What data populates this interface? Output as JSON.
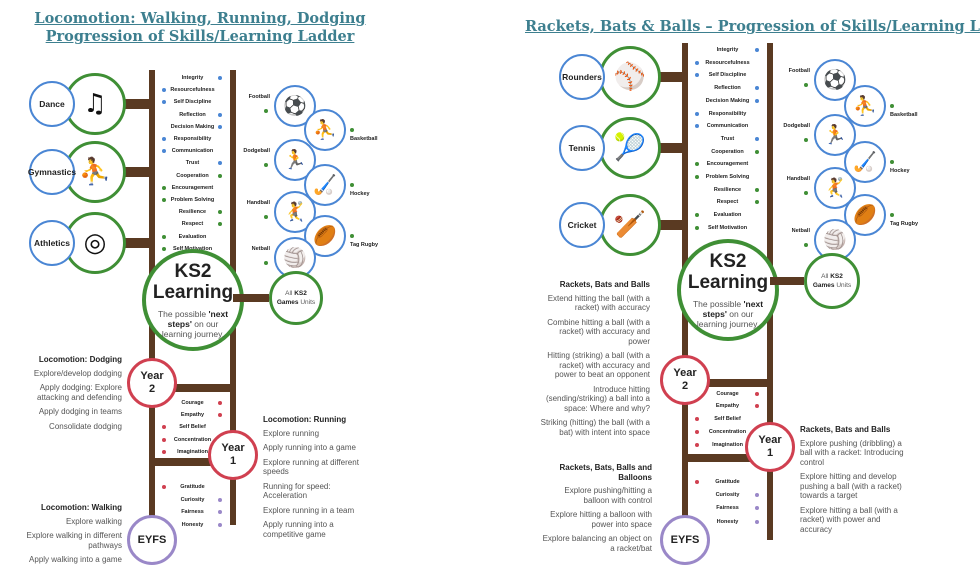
{
  "colors": {
    "blue": "#4a86d4",
    "green": "#3f8f35",
    "brown": "#5a3a22",
    "red": "#d04050",
    "purple": "#9a88c8",
    "title": "#3d7f8f"
  },
  "panels": [
    {
      "title": [
        "Locomotion: Walking, Running, Dodging",
        "Progression of Skills/Learning Ladder"
      ],
      "sports": [
        {
          "label": "Dance",
          "icon": "♫",
          "icon_name": "music-note-icon"
        },
        {
          "label": "Gymnastics",
          "icon": "⛹",
          "icon_name": "gymnast-icon"
        },
        {
          "label": "Athletics",
          "icon": "◎",
          "icon_name": "running-track-icon"
        }
      ],
      "values": [
        "Integrity",
        "Resourcefulness",
        "Self Discipline",
        "Reflection",
        "Decision Making",
        "Responsibility",
        "Communication",
        "Trust",
        "Cooperation",
        "Encouragement",
        "Problem Solving",
        "Resilience",
        "Respect",
        "Evaluation",
        "Self Motivation"
      ],
      "lower_values": [
        "Courage",
        "Empathy",
        "Self Belief",
        "Concentration",
        "Imagination",
        "Gratitude",
        "Curiosity",
        "Fairness",
        "Honesty"
      ],
      "games": [
        {
          "label": "Football",
          "icon": "⚽",
          "icon_name": "football-icon"
        },
        {
          "label": "Basketball",
          "icon": "⛹",
          "icon_name": "basketball-icon"
        },
        {
          "label": "Dodgeball",
          "icon": "🏃",
          "icon_name": "dodgeball-icon"
        },
        {
          "label": "Hockey",
          "icon": "🏑",
          "icon_name": "hockey-stick-icon"
        },
        {
          "label": "Handball",
          "icon": "🤾",
          "icon_name": "handball-icon"
        },
        {
          "label": "Tag Rugby",
          "icon": "🏉",
          "icon_name": "rugby-ball-icon"
        },
        {
          "label": "Netball",
          "icon": "🏐",
          "icon_name": "netball-icon"
        }
      ],
      "ks2": {
        "line1": "KS2",
        "line2": "Learning",
        "pre": "The possible",
        "bold": "'next steps'",
        "post": "on our learning journey."
      },
      "all_ks2": {
        "pre": "All",
        "bold1": "KS2",
        "bold2": "Games",
        "post": "Units"
      },
      "years": [
        "Year 2",
        "Year 1",
        "EYFS"
      ],
      "blocks": [
        {
          "heading": "Locomotion: Dodging",
          "items": [
            "Explore/develop dodging",
            "Apply dodging: Explore attacking and defending",
            "Apply dodging in teams",
            "Consolidate dodging"
          ]
        },
        {
          "heading": "Locomotion: Running",
          "items": [
            "Explore running",
            "Apply running into a game",
            "Explore running at different speeds",
            "Running for speed: Acceleration",
            "Explore running in a team",
            "Apply running into a competitive game"
          ]
        },
        {
          "heading": "Locomotion: Walking",
          "items": [
            "Explore walking",
            "Explore walking in different pathways",
            "Apply walking into a game"
          ]
        }
      ]
    },
    {
      "title": [
        "Rackets, Bats & Balls – Progression of Skills/Learning Ladder"
      ],
      "sports": [
        {
          "label": "Rounders",
          "icon": "⚾",
          "icon_name": "rounders-bat-icon"
        },
        {
          "label": "Tennis",
          "icon": "🎾",
          "icon_name": "tennis-racket-icon"
        },
        {
          "label": "Cricket",
          "icon": "🏏",
          "icon_name": "cricket-bat-icon"
        }
      ],
      "values": [
        "Integrity",
        "Resourcefulness",
        "Self Discipline",
        "Reflection",
        "Decision Making",
        "Responsibility",
        "Communication",
        "Trust",
        "Cooperation",
        "Encouragement",
        "Problem Solving",
        "Resilience",
        "Respect",
        "Evaluation",
        "Self Motivation"
      ],
      "lower_values": [
        "Courage",
        "Empathy",
        "Self Belief",
        "Concentration",
        "Imagination",
        "Gratitude",
        "Curiosity",
        "Fairness",
        "Honesty"
      ],
      "games": [
        {
          "label": "Football",
          "icon": "⚽",
          "icon_name": "football-icon"
        },
        {
          "label": "Basketball",
          "icon": "⛹",
          "icon_name": "basketball-icon"
        },
        {
          "label": "Dodgeball",
          "icon": "🏃",
          "icon_name": "dodgeball-icon"
        },
        {
          "label": "Hockey",
          "icon": "🏑",
          "icon_name": "hockey-stick-icon"
        },
        {
          "label": "Handball",
          "icon": "🤾",
          "icon_name": "handball-icon"
        },
        {
          "label": "Tag Rugby",
          "icon": "🏉",
          "icon_name": "rugby-ball-icon"
        },
        {
          "label": "Netball",
          "icon": "🏐",
          "icon_name": "netball-icon"
        }
      ],
      "ks2": {
        "line1": "KS2",
        "line2": "Learning",
        "pre": "The possible",
        "bold": "'next steps'",
        "post": "on our learning journey."
      },
      "all_ks2": {
        "pre": "All",
        "bold1": "KS2",
        "bold2": "Games",
        "post": "Units"
      },
      "years": [
        "Year 2",
        "Year 1",
        "EYFS"
      ],
      "blocks": [
        {
          "heading": "Rackets, Bats and Balls",
          "items": [
            "Extend hitting the ball (with a racket) with accuracy",
            "Combine hitting a ball (with a racket) with accuracy and power",
            "Hitting (striking) a ball (with a racket) with accuracy and power to beat an opponent",
            "Introduce hitting (sending/striking) a ball into a space: Where and why?",
            "Striking (hitting) the ball (with a bat) with intent into space"
          ]
        },
        {
          "heading": "Rackets, Bats and Balls",
          "items": [
            "Explore pushing (dribbling) a ball with a racket: Introducing control",
            "Explore hitting and develop pushing a ball (with a racket) towards a target",
            "Explore hitting a ball (with a racket) with power and accuracy"
          ]
        },
        {
          "heading": "Rackets, Bats, Balls and Balloons",
          "items": [
            "Explore pushing/hitting a balloon with control",
            "Explore hitting a balloon with power into space",
            "Explore balancing an object on a racket/bat"
          ]
        }
      ]
    }
  ]
}
